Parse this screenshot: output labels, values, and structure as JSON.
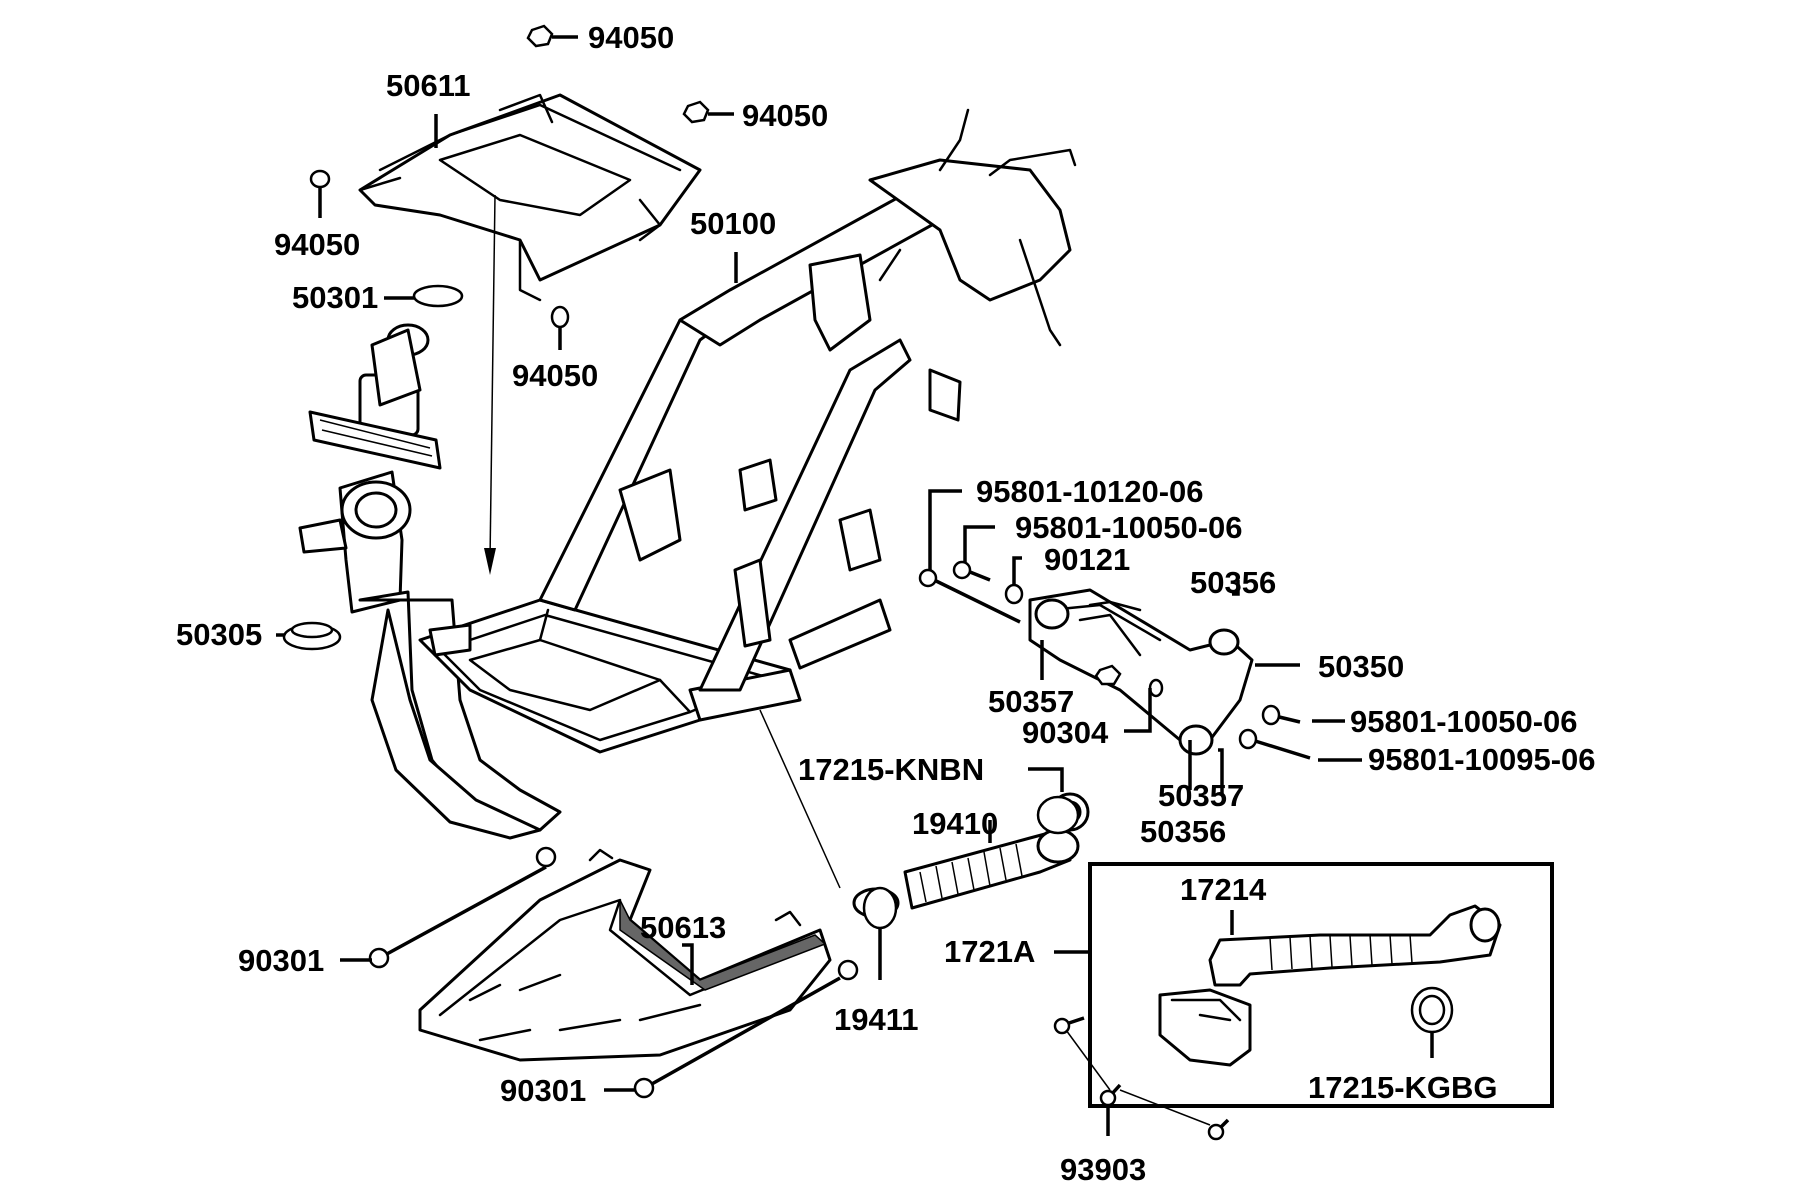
{
  "labels": {
    "p94050_top": "94050",
    "p94050_mid": "94050",
    "p50611": "50611",
    "p94050_left": "94050",
    "p50301": "50301",
    "p94050_low": "94050",
    "p50100": "50100",
    "p50305": "50305",
    "p95801_10120": "95801-10120-06",
    "p95801_10050_a": "95801-10050-06",
    "p90121": "90121",
    "p50356_top": "50356",
    "p50350": "50350",
    "p50357_left": "50357",
    "p90304": "90304",
    "p95801_10050_b": "95801-10050-06",
    "p95801_10095": "95801-10095-06",
    "p17215_knbn": "17215-KNBN",
    "p50357_right": "50357",
    "p19410": "19410",
    "p50356_bottom": "50356",
    "p17214": "17214",
    "p1721a": "1721A",
    "p50613": "50613",
    "p90301_left": "90301",
    "p19411": "19411",
    "p17215_kgbg": "17215-KGBG",
    "p90301_bottom": "90301",
    "p93903": "93903"
  }
}
